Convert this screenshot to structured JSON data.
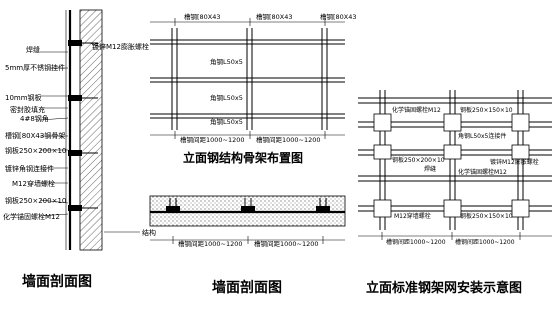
{
  "left_panel": {
    "labels": [
      "焊缝",
      "镀锌M12膨胀螺栓",
      "5mm厚不锈钢挂件",
      "10mm钢板",
      "密封胶填充",
      "4#8钢角",
      "槽钢[80X43钢骨架",
      "钢板250×200×10",
      "镀锌角钢连接件",
      "M12穿墙螺栓",
      "钢板250×200×10",
      "化学锚固螺栓M12",
      "结构"
    ],
    "caption": "墙面剖面图"
  },
  "middle_top": {
    "top_dims": [
      "槽钢[80X43",
      "槽钢[80X43",
      "槽钢[80X43"
    ],
    "angle_labels": [
      "角钢L50x5",
      "角钢L50x5",
      "角钢L50x5"
    ],
    "bottom_dims": [
      "槽钢间距1000~1200",
      "槽钢间距1000~1200"
    ],
    "caption": "立面钢结构骨架布置图"
  },
  "middle_bottom": {
    "dims": [
      "槽钢间距1000~1200",
      "槽钢间距1000~1200"
    ],
    "caption": "墙面剖面图"
  },
  "right_panel": {
    "labels": [
      "化学锚固螺栓M12",
      "钢板250×150×10",
      "角钢L50x5连接件",
      "钢板250×200×10",
      "焊缝",
      "化学锚固螺栓M12",
      "镀锌M12膨胀螺栓",
      "M12穿墙螺栓",
      "钢板250×150×10"
    ],
    "bottom_dims": [
      "槽钢间距1000~1200",
      "槽钢间距1000~1200"
    ],
    "caption": "立面标准钢架网安装示意图"
  }
}
